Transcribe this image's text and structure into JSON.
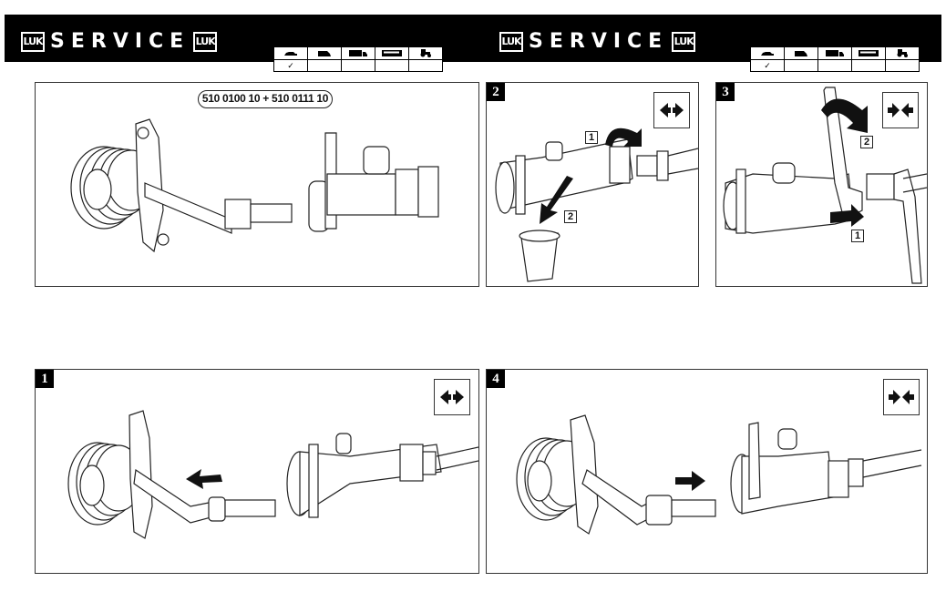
{
  "header": {
    "brand_logo_text": "LUK",
    "brand_title": "SERVICE",
    "vehicle_categories": [
      {
        "icon": "car-icon",
        "glyph": "🚗",
        "checked": true
      },
      {
        "icon": "van-icon",
        "glyph": "🚐",
        "checked": false
      },
      {
        "icon": "truck-icon",
        "glyph": "🚚",
        "checked": false
      },
      {
        "icon": "bus-icon",
        "glyph": "🚌",
        "checked": false
      },
      {
        "icon": "tractor-icon",
        "glyph": "🚜",
        "checked": false
      }
    ],
    "check_mark": "✓"
  },
  "panels": {
    "overview": {
      "part_numbers": "510 0100 10 + 510 0111 10"
    },
    "step1": {
      "number": "1",
      "direction": "disconnect",
      "direction_glyph": "⇔"
    },
    "step2": {
      "number": "2",
      "direction": "disconnect",
      "callouts": [
        "1",
        "2"
      ]
    },
    "step3": {
      "number": "3",
      "direction": "connect",
      "callouts": [
        "1",
        "2"
      ]
    },
    "step4": {
      "number": "4",
      "direction": "connect"
    }
  }
}
